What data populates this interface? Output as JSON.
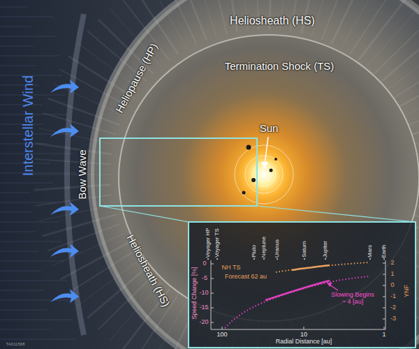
{
  "diagram": {
    "labels": [
      "Heliosheath (HS)",
      "Heliopause (HP)",
      "Termination Shock (TS)",
      "Sun",
      "Interstellar Wind",
      "Bow Wave",
      "Heliosheath (HS)",
      "TA011568",
      "Voyager HP",
      "Voyager TS",
      "Pluto",
      "Neptune",
      "Uranus",
      "Saturn",
      "Jupiter",
      "Mars",
      "Earth",
      "Speed Change [%]",
      "0",
      "-5",
      "-10",
      "-15",
      "-20",
      "YNF",
      "2",
      "1",
      "0",
      "-1",
      "-2",
      "-3",
      "NH TS",
      "Forecast 62 au",
      "Slowing Begins ~ 4 [au]",
      "100",
      "10",
      "1",
      "Radial Distance [au]"
    ]
  }
}
